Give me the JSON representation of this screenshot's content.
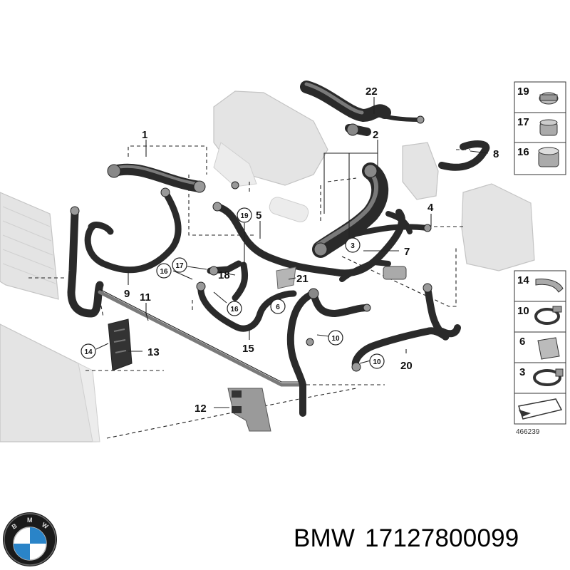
{
  "diagram": {
    "callouts": [
      "1",
      "2",
      "3",
      "4",
      "5",
      "6",
      "7",
      "8",
      "9",
      "10",
      "11",
      "12",
      "13",
      "14",
      "15",
      "16",
      "17",
      "18",
      "19",
      "20",
      "21",
      "22"
    ],
    "circled_callouts": [
      "19",
      "3",
      "16",
      "17",
      "16",
      "6",
      "10",
      "14",
      "10"
    ],
    "legend_items": [
      "19",
      "17",
      "16",
      "14",
      "10",
      "6",
      "3"
    ],
    "reference_number": "466239"
  },
  "brand": {
    "name": "BMW",
    "part_number": "17127800099"
  }
}
